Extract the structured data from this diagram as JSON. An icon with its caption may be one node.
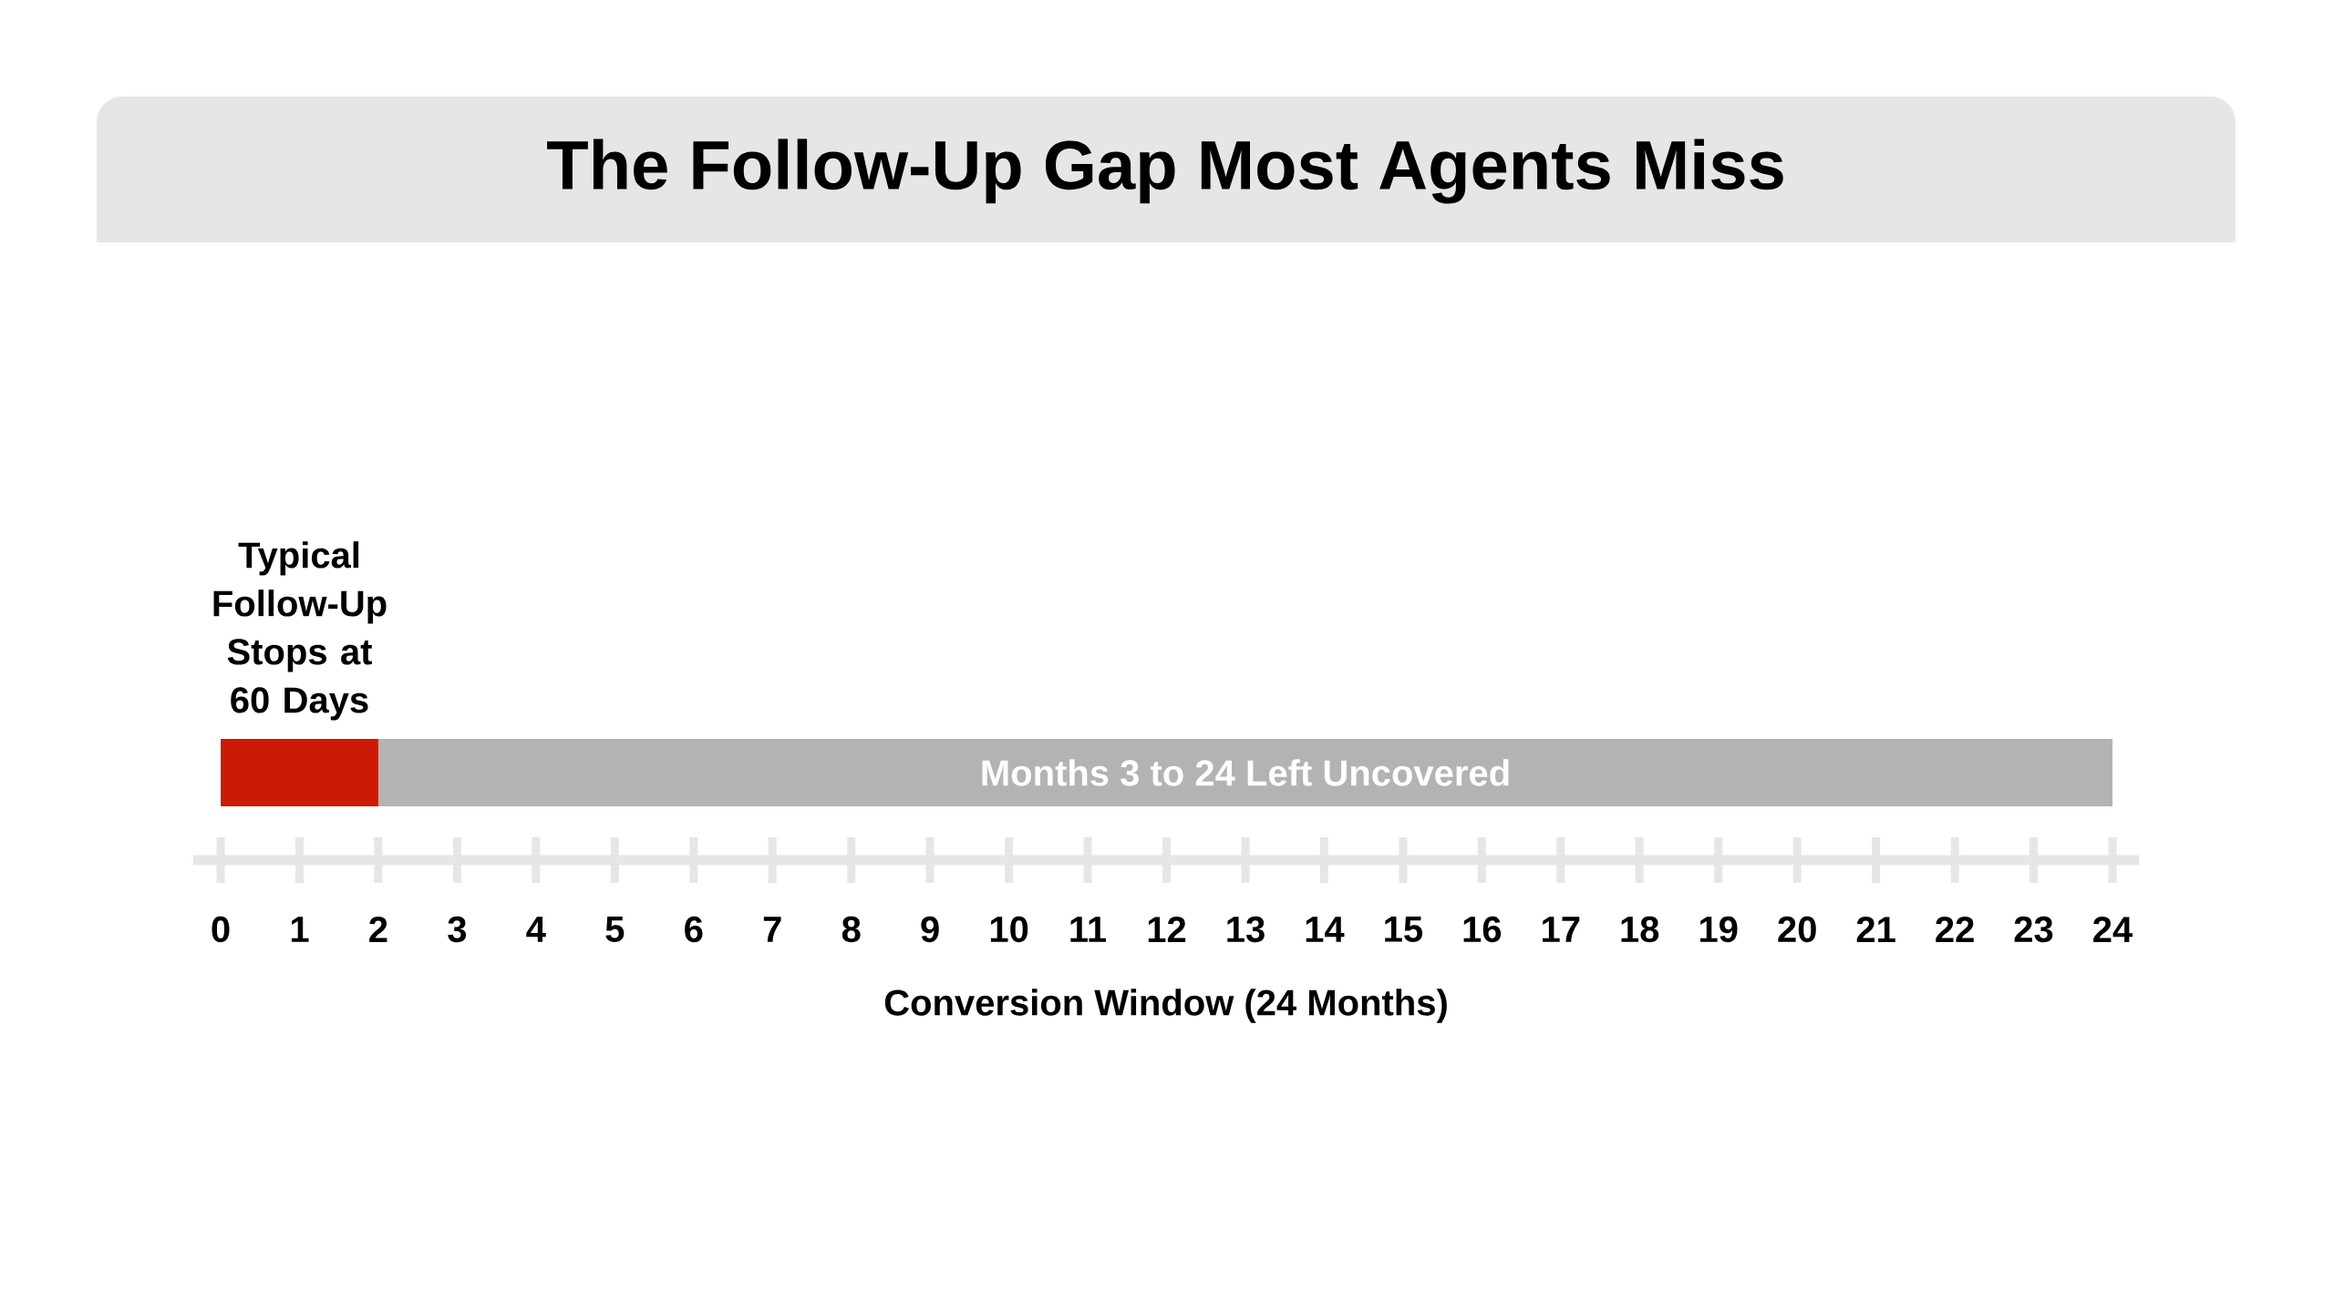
{
  "diagram": {
    "title": "The Follow-Up Gap Most Agents Miss",
    "nodes": [
      {
        "text": [],
        "shape": "bar",
        "beside": [
          "Typical Follow-Up Stops at 60 Days"
        ]
      },
      {
        "text": [
          "Months 3 to 24 Left Uncovered"
        ]
      }
    ],
    "labels": [
      "0",
      "1",
      "2",
      "3",
      "4",
      "5",
      "6",
      "7",
      "8",
      "9",
      "10",
      "11",
      "12",
      "13",
      "14",
      "15",
      "16",
      "17",
      "18",
      "19",
      "20",
      "21",
      "22",
      "23",
      "24",
      "Conversion Window (24 Months)"
    ]
  }
}
